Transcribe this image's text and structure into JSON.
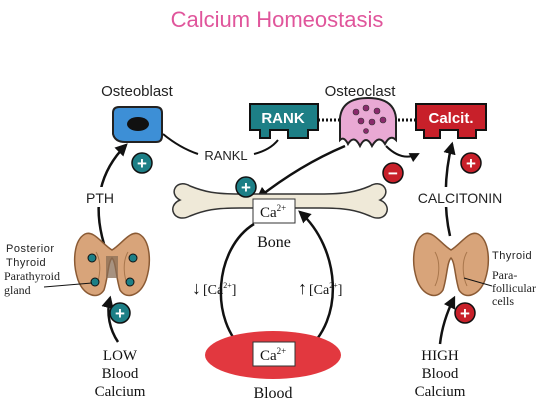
{
  "title": "Calcium Homeostasis",
  "cells": {
    "osteoblast": "Osteoblast",
    "osteoclast": "Osteoclast"
  },
  "receptors": {
    "rank": "RANK",
    "calcit": "Calcit."
  },
  "signals": {
    "rankl": "RANKL",
    "pth": "PTH",
    "calcitonin": "CALCITONIN"
  },
  "bone": {
    "ca_label": "Ca",
    "ca_charge": "2+",
    "label": "Bone"
  },
  "blood": {
    "ca_label": "Ca",
    "ca_charge": "2+",
    "label": "Blood"
  },
  "flows": {
    "decrease_arrow": "↓",
    "increase_arrow": "↑",
    "ca_text": "[Ca",
    "ca_charge": "2+",
    "ca_close": "]"
  },
  "left_gland": {
    "line1": "Posterior",
    "line2": "Thyroid",
    "line3": "Parathyroid",
    "line4": "gland"
  },
  "right_gland": {
    "line1": "Thyroid",
    "line2": "Para-",
    "line3": "follicular",
    "line4": "cells"
  },
  "low_calcium": [
    "LOW",
    "Blood",
    "Calcium"
  ],
  "high_calcium": [
    "HIGH",
    "Blood",
    "Calcium"
  ],
  "badges": {
    "plus": "+",
    "minus": "−"
  },
  "colors": {
    "title": "#e0559b",
    "teal": "#1d7f86",
    "red": "#c8202a",
    "osteoblast_blue": "#3d8fd6",
    "osteoclast_pink": "#e9a9d4",
    "blood_red": "#e2383f",
    "thyroid_tan": "#d8a47a"
  }
}
